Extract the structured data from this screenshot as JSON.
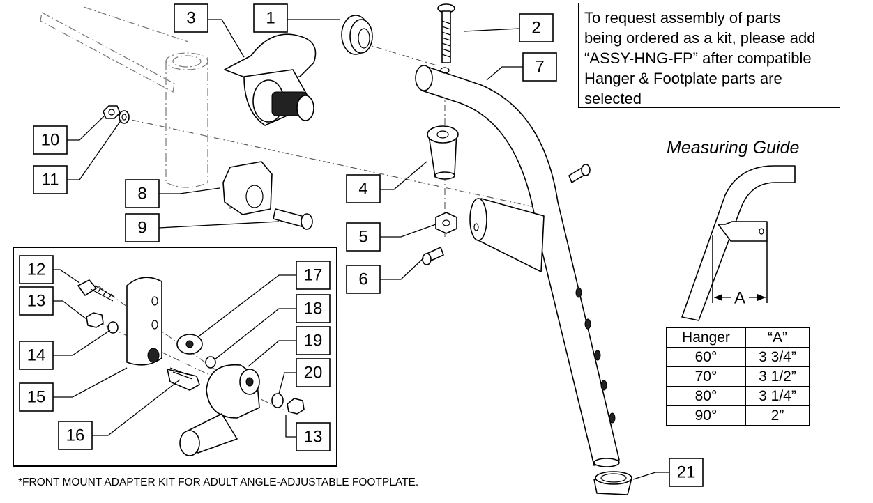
{
  "note": {
    "line1": "To request assembly of parts",
    "line2": "being ordered as a kit, please add",
    "line3": "“ASSY-HNG-FP” after compatible",
    "line4": "Hanger & Footplate parts are",
    "line5": "selected"
  },
  "measuring_guide": {
    "title": "Measuring Guide",
    "dimension_label": "A",
    "table": {
      "headers": [
        "Hanger",
        "“A”"
      ],
      "rows": [
        [
          "60°",
          "3 3/4”"
        ],
        [
          "70°",
          "3 1/2”"
        ],
        [
          "80°",
          "3 1/4”"
        ],
        [
          "90°",
          "2”"
        ]
      ]
    }
  },
  "callouts": [
    "1",
    "2",
    "3",
    "4",
    "5",
    "6",
    "7",
    "8",
    "9",
    "10",
    "11",
    "12",
    "13",
    "14",
    "15",
    "16",
    "17",
    "18",
    "19",
    "20",
    "21"
  ],
  "inset_callout_13_second": "13",
  "footnote": "*FRONT MOUNT ADAPTER KIT FOR ADULT ANGLE-ADJUSTABLE  FOOTPLATE."
}
